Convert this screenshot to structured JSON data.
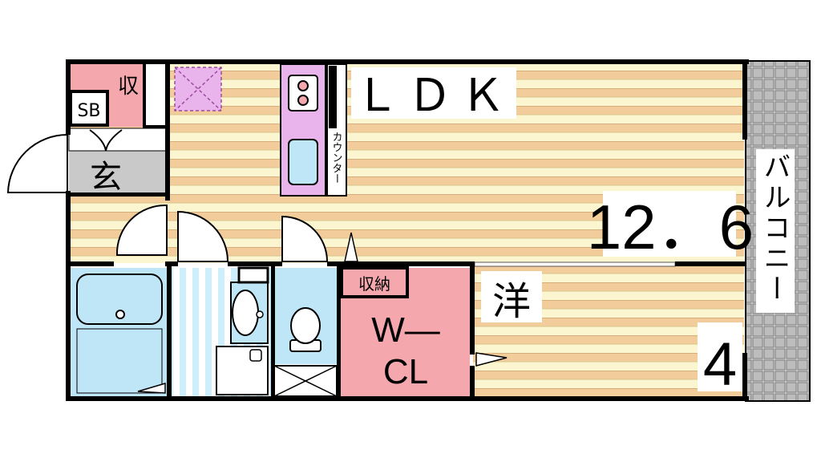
{
  "labels": {
    "shuno_top": "収",
    "sb": "SB",
    "genkan": "玄",
    "ldk": "ＬＤＫ",
    "counter": "カウンター",
    "ldk_size": "12．6",
    "balcony": "バルコニー",
    "shuno": "収納",
    "wcl_line1": "W—",
    "wcl_line2": "CL",
    "yo": "洋",
    "yo_size": "4"
  },
  "colors": {
    "wall": "#000000",
    "floor_tan": "#f2cc9a",
    "floor_cream": "#fbf6cf",
    "storage_pink": "#f4a7ad",
    "entry_gray": "#c9c9c9",
    "wet_blue": "#bfe6f7",
    "kitchen_purple": "#e9b4ec",
    "balcony_gray": "#9a9a9a"
  }
}
